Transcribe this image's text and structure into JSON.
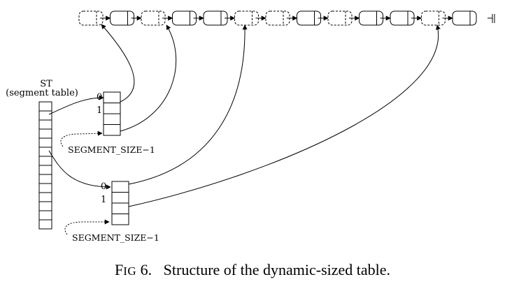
{
  "st_label": "ST",
  "st_sublabel": "(segment table)",
  "seg1": {
    "index0": "0",
    "index1": "1",
    "last_label": "SEGMENT_SIZE−1"
  },
  "seg2": {
    "index0": "0",
    "index1": "1",
    "last_label": "SEGMENT_SIZE−1"
  },
  "caption": {
    "fig_first": "F",
    "fig_rest": "IG",
    "fig_num": "6.",
    "text": "Structure of the dynamic-sized table."
  },
  "list_nodes": [
    {
      "style": "dashed"
    },
    {
      "style": "solid"
    },
    {
      "style": "dashed"
    },
    {
      "style": "solid"
    },
    {
      "style": "solid"
    },
    {
      "style": "dashed"
    },
    {
      "style": "dashed"
    },
    {
      "style": "solid"
    },
    {
      "style": "dashed"
    },
    {
      "style": "solid"
    },
    {
      "style": "solid"
    },
    {
      "style": "dashed"
    },
    {
      "style": "solid"
    }
  ],
  "st_cell_count": 14,
  "segment_cell_count": 4
}
